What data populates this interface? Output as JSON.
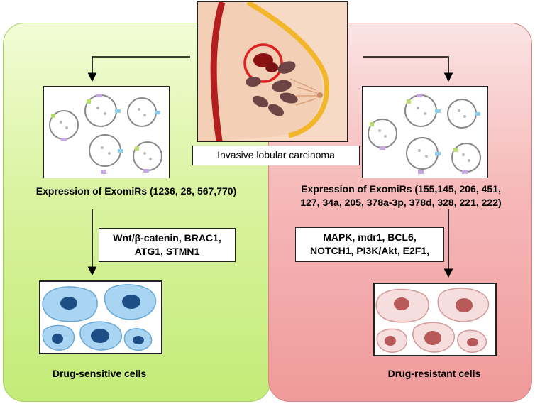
{
  "center_label": "Invasive lobular carcinoma",
  "left": {
    "expression": "Expression of ExomiRs (1236, 28, 567,770)",
    "pathways_line1": "Wnt/β-catenin, BRAC1,",
    "pathways_line2": "ATG1, STMN1",
    "outcome": "Drug-sensitive cells"
  },
  "right": {
    "expression_line1": "Expression of ExomiRs (155,145, 206, 451,",
    "expression_line2": "127, 34a, 205, 378a-3p, 378d, 328, 221, 222)",
    "pathways_line1": "MAPK, mdr1, BCL6,",
    "pathways_line2": "NOTCH1, PI3K/Akt, E2F1,",
    "outcome": "Drug-resistant cells"
  },
  "colors": {
    "sensitive_cell": "#a9d4f2",
    "sensitive_nucleus": "#1d4f86",
    "resistant_cell": "#f6dede",
    "resistant_nucleus": "#b85a5a",
    "tumor_mark": "#e02020"
  }
}
